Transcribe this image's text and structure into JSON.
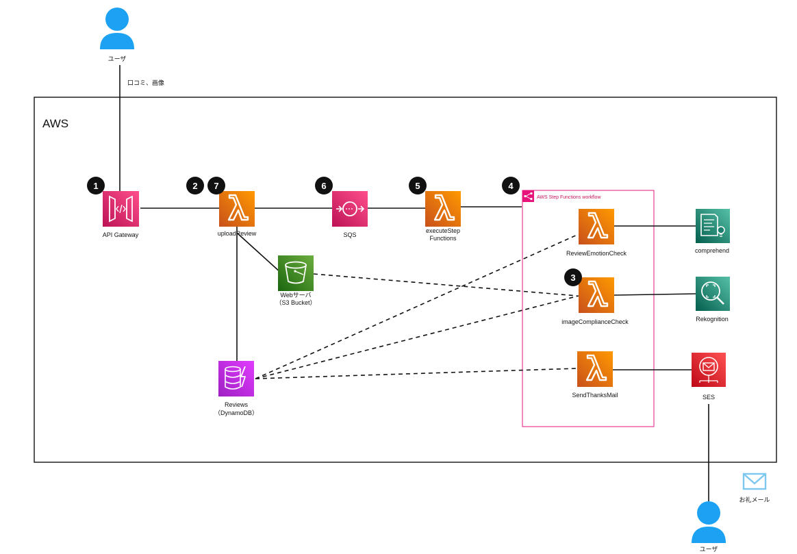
{
  "title": "AWS",
  "users": {
    "top_label": "ユーザ",
    "bottom_label": "ユーザ"
  },
  "edge_labels": {
    "upload": "口コミ、画像",
    "mail": "お礼メール"
  },
  "step_functions": {
    "label": "AWS Step Functions workflow"
  },
  "nodes": {
    "api_gateway": {
      "label": "API Gateway"
    },
    "upload_review": {
      "label": "uploadReview"
    },
    "sqs": {
      "label": "SQS"
    },
    "execute_step": {
      "label_line1": "executeStep",
      "label_line2": "Functions"
    },
    "s3": {
      "label_line1": "Webサーバ",
      "label_line2": "（S3 Bucket）"
    },
    "dynamodb": {
      "label_line1": "Reviews",
      "label_line2": "（DynamoDB）"
    },
    "review_emotion": {
      "label": "ReviewEmotionCheck"
    },
    "image_compliance": {
      "label": "imageComplianceCheck"
    },
    "send_thanks": {
      "label": "SendThanksMail"
    },
    "comprehend": {
      "label": "comprehend"
    },
    "rekognition": {
      "label": "Rekognition"
    },
    "ses": {
      "label": "SES"
    }
  },
  "steps": {
    "api_gateway": "1",
    "upload_a": "2",
    "upload_b": "7",
    "sqs": "6",
    "execute": "5",
    "workflow": "4",
    "image": "3"
  },
  "colors": {
    "lambda": "#ED7100",
    "api_gateway": "#E7157B",
    "sqs": "#E7157B",
    "s3": "#3F8624",
    "dynamodb": "#C925D1",
    "ml": "#01A88D",
    "ses": "#DD344C",
    "user": "#1DA1F2",
    "step_functions": "#E7157B"
  }
}
